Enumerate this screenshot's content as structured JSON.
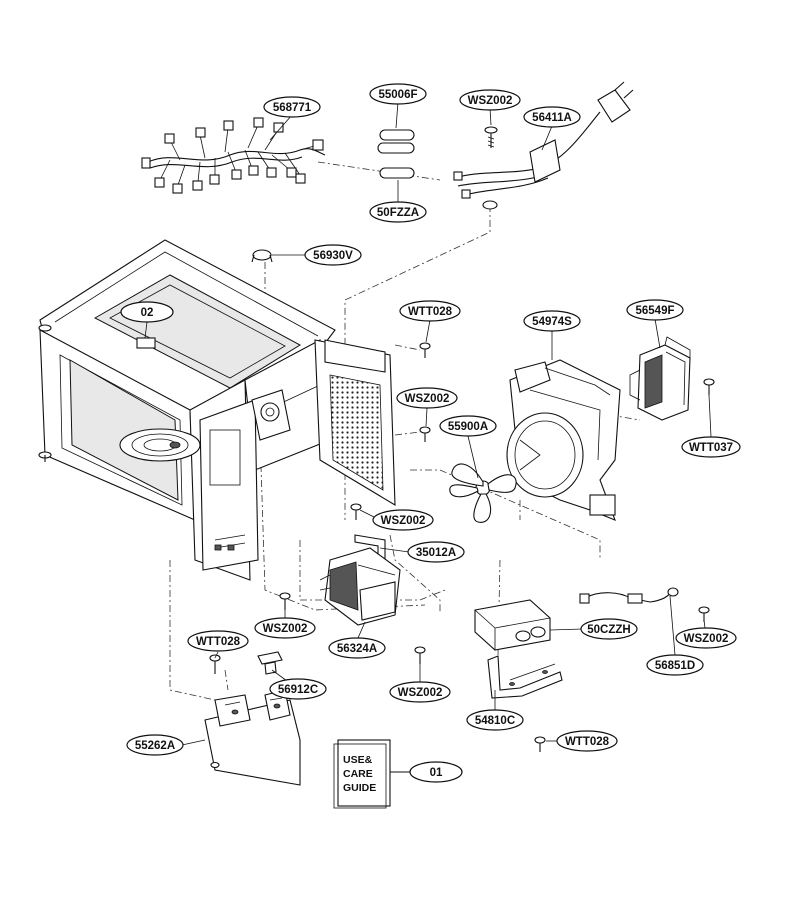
{
  "labels": {
    "p568771": "568771",
    "p55006F": "55006F",
    "pWSZ002_top": "WSZ002",
    "p56411A": "56411A",
    "p50FZZA": "50FZZA",
    "p56930V": "56930V",
    "p02": "02",
    "pWTT028_a": "WTT028",
    "pWSZ002_a": "WSZ002",
    "p54974S": "54974S",
    "p56549F": "56549F",
    "p55900A": "55900A",
    "pWTT037": "WTT037",
    "pWSZ002_b": "WSZ002",
    "p35012A": "35012A",
    "pWSZ002_c": "WSZ002",
    "p56324A": "56324A",
    "pWTT028_b": "WTT028",
    "p56912C": "56912C",
    "pWSZ002_d": "WSZ002",
    "p50CZZH": "50CZZH",
    "pWSZ002_e": "WSZ002",
    "p56851D": "56851D",
    "p54810C": "54810C",
    "pWTT028_c": "WTT028",
    "p55262A": "55262A",
    "p01": "01"
  },
  "book": {
    "line1": "USE&",
    "line2": "CARE",
    "line3": "GUIDE"
  }
}
